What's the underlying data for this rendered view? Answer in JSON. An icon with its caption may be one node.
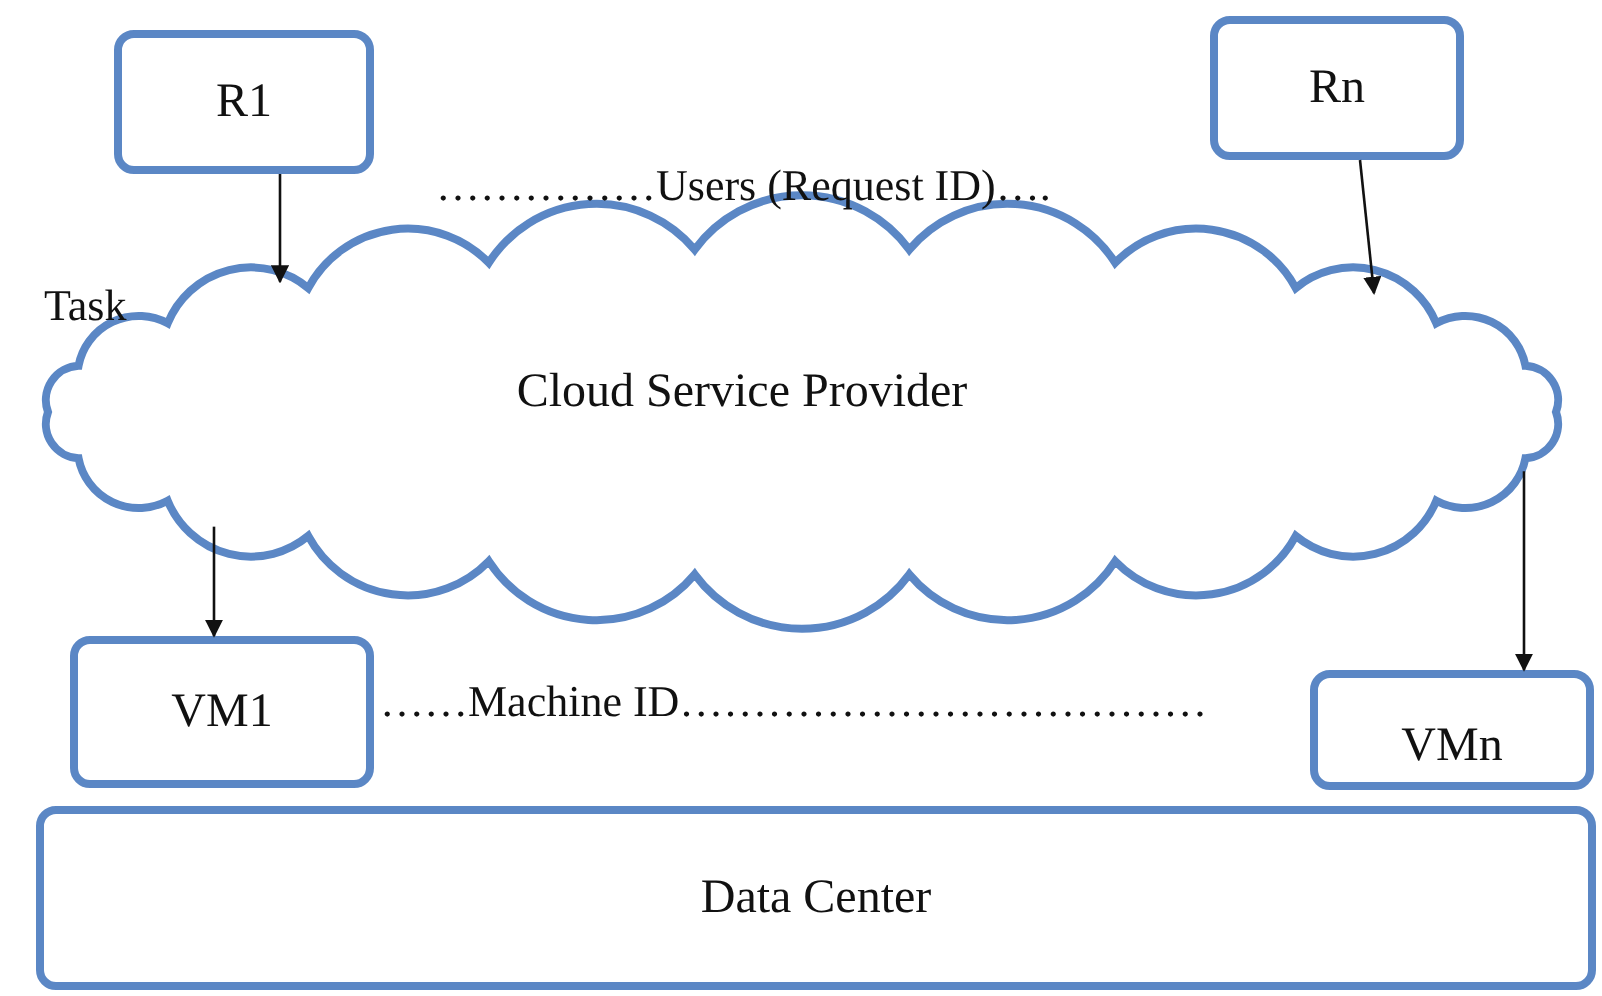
{
  "diagram": {
    "nodes": [
      {
        "text": [
          "R1"
        ]
      },
      {
        "text": [
          "Rn"
        ]
      },
      {
        "text": [
          "Cloud Service Provider"
        ]
      },
      {
        "text": [
          "VM1"
        ]
      },
      {
        "text": [
          "VMn"
        ]
      },
      {
        "text": [
          "Data Center"
        ]
      }
    ],
    "edges": [
      {
        "from": 0,
        "to": 2,
        "arrow": "to"
      },
      {
        "from": 1,
        "to": 2,
        "arrow": "to"
      },
      {
        "from": 2,
        "to": 3,
        "arrow": "to"
      },
      {
        "from": 2,
        "to": 4,
        "arrow": "to"
      }
    ],
    "labels": [
      "……………Users (Request ID)….",
      "Task",
      "……Machine ID………………………………"
    ]
  }
}
